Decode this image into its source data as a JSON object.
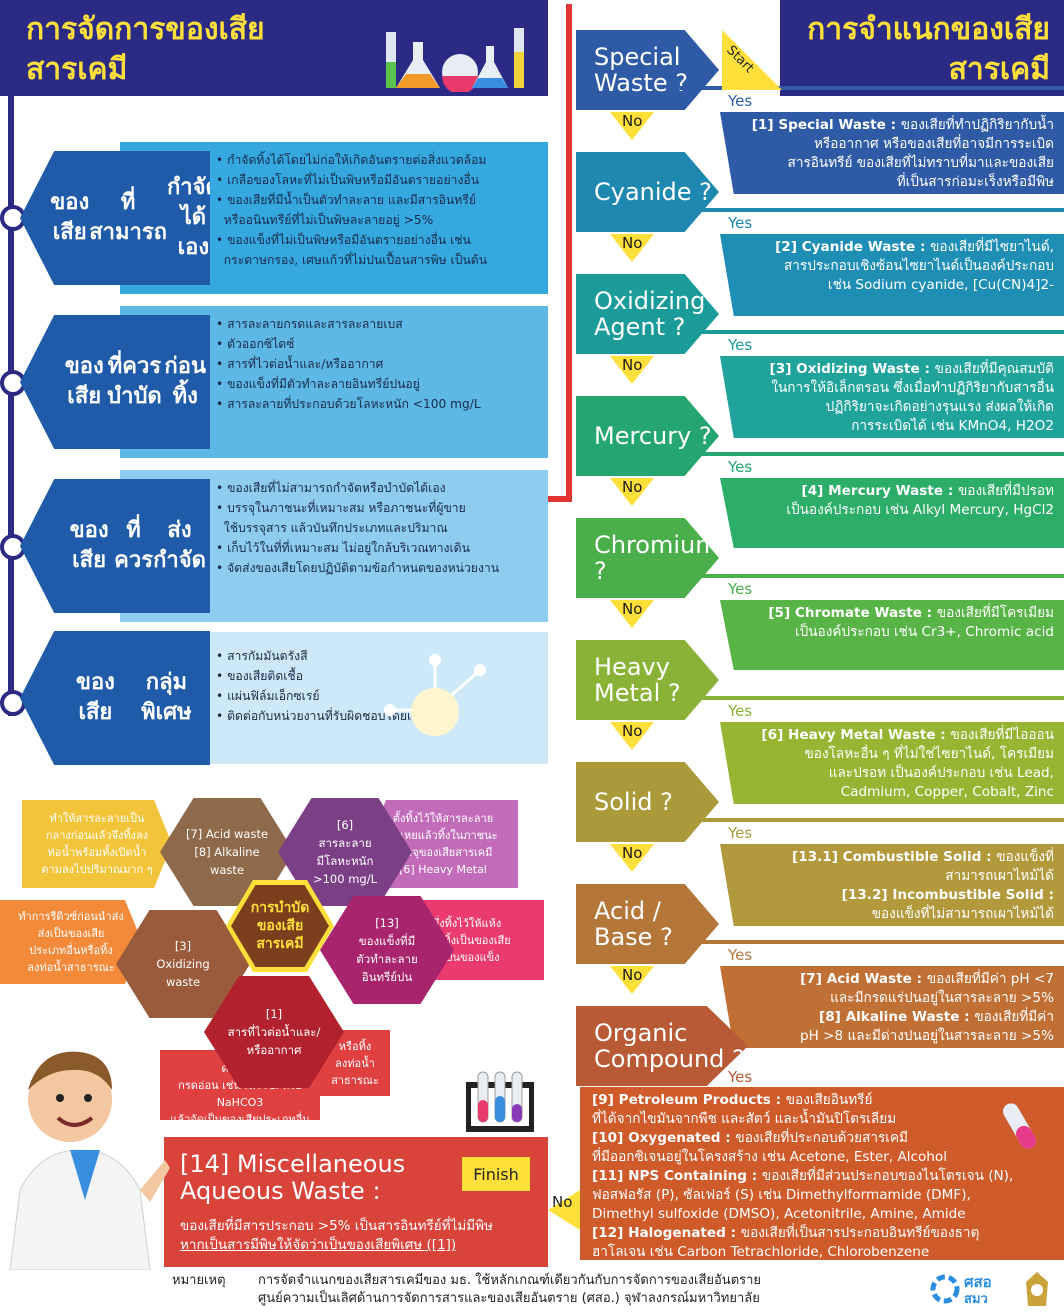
{
  "left_header": {
    "line1": "การจัดการของเสีย",
    "line2": "สารเคมี"
  },
  "right_header": {
    "line1": "การจำแนกของเสีย",
    "line2": "สารเคมี"
  },
  "left_boxes": [
    {
      "title_lines": [
        "ของเสีย",
        "ที่สามารถ",
        "กำจัดได้เอง"
      ],
      "hex_color": "#1f5ba8",
      "bg_color": "#35a8e0",
      "items": [
        "กำจัดทิ้งได้โดยไม่ก่อให้เกิดอันตรายต่อสิ่งแวดล้อม",
        "เกลือของโลหะที่ไม่เป็นพิษหรือมีอันตรายอย่างอื่น",
        "ของเสียที่มีน้ำเป็นตัวทำละลาย และมีสารอินทรีย์",
        "หรืออนินทรีย์ที่ไม่เป็นพิษละลายอยู่ >5%",
        "ของแข็งที่ไม่เป็นพิษหรือมีอันตรายอย่างอื่น เช่น",
        "กระดาษกรอง, เศษแก้วที่ไม่ปนเปื้อนสารพิษ เป็นต้น"
      ]
    },
    {
      "title_lines": [
        "ของเสีย",
        "ที่ควรบำบัด",
        "ก่อนทิ้ง"
      ],
      "hex_color": "#1f5ba8",
      "bg_color": "#5eb8e6",
      "items": [
        "สารละลายกรดและสารละลายเบส",
        "ตัวออกซิไดซ์",
        "สารที่ไวต่อน้ำและ/หรืออากาศ",
        "ของแข็งที่มีตัวทำละลายอินทรีย์ปนอยู่",
        "สารละลายที่ประกอบด้วยโลหะหนัก <100 mg/L"
      ]
    },
    {
      "title_lines": [
        "ของเสีย",
        "ที่ควร",
        "ส่งกำจัด"
      ],
      "hex_color": "#1f5ba8",
      "bg_color": "#8fcdf0",
      "items": [
        "ของเสียที่ไม่สามารถกำจัดหรือบำบัดได้เอง",
        "บรรจุในภาชนะที่เหมาะสม หรือภาชนะที่ผู้ขาย",
        "ใช้บรรจุสาร แล้วบันทึกประเภทและปริมาณ",
        "เก็บไว้ในที่ที่เหมาะสม ไม่อยู่ใกล้บริเวณทางเดิน",
        "จัดส่งของเสียโดยปฏิบัติตามข้อกำหนดของหน่วยงาน"
      ]
    },
    {
      "title_lines": [
        "ของเสีย",
        "กลุ่มพิเศษ"
      ],
      "hex_color": "#1f5ba8",
      "bg_color": "#cde9f8",
      "items": [
        "สารกัมมันตรังสี",
        "ของเสียติดเชื้อ",
        "แผ่นฟิล์มเอ็กซเรย์",
        "ติดต่อกับหน่วยงานที่รับผิดชอบโดยเฉพาะ"
      ]
    }
  ],
  "flow": [
    {
      "q_lines": [
        "Special",
        "Waste ?"
      ],
      "color": "#2f5aa6",
      "band_color": "#2f5aa6",
      "lines": [
        [
          "[1] Special Waste : ",
          "ของเสียที่ทำปฏิกิริยากับน้ำ"
        ],
        [
          "",
          "หรืออากาศ หรือของเสียที่อาจมีการระเบิด"
        ],
        [
          "",
          "สารอินทรีย์ ของเสียที่ไม่ทราบที่มาและของเสีย"
        ],
        [
          "",
          "ที่เป็นสารก่อมะเร็งหรือมีพิษ"
        ]
      ]
    },
    {
      "q_lines": [
        "Cyanide ?"
      ],
      "color": "#1e88b0",
      "band_color": "#1e8eb5",
      "lines": [
        [
          "[2] Cyanide Waste : ",
          "ของเสียที่มีไซยาไนด์,"
        ],
        [
          "",
          "สารประกอบเชิงซ้อนไซยาไนด์เป็นองค์ประกอบ"
        ],
        [
          "",
          "เช่น Sodium cyanide, [Cu(CN)4]2-"
        ]
      ]
    },
    {
      "q_lines": [
        "Oxidizing",
        "Agent ?"
      ],
      "color": "#1b9c9a",
      "band_color": "#1fa39a",
      "lines": [
        [
          "[3] Oxidizing Waste : ",
          "ของเสียที่มีคุณสมบัติ"
        ],
        [
          "",
          "ในการให้อิเล็กตรอน ซึ่งเมื่อทำปฏิกิริยากับสารอื่น"
        ],
        [
          "",
          "ปฏิกิริยาจะเกิดอย่างรุนแรง ส่งผลให้เกิด"
        ],
        [
          "",
          "การระเบิดได้ เช่น KMnO4, H2O2"
        ]
      ]
    },
    {
      "q_lines": [
        "Mercury ?"
      ],
      "color": "#25a56f",
      "band_color": "#2cad68",
      "lines": [
        [
          "[4] Mercury Waste : ",
          "ของเสียที่มีปรอท"
        ],
        [
          "",
          "เป็นองค์ประกอบ เช่น Alkyl Mercury, HgCl2"
        ]
      ]
    },
    {
      "q_lines": [
        "Chromium ?"
      ],
      "color": "#4aae4a",
      "band_color": "#58b447",
      "lines": [
        [
          "[5] Chromate Waste : ",
          "ของเสียที่มีโครเมียม"
        ],
        [
          "",
          "เป็นองค์ประกอบ เช่น Cr3+, Chromic acid"
        ]
      ]
    },
    {
      "q_lines": [
        "Heavy",
        "Metal ?"
      ],
      "color": "#8ab236",
      "band_color": "#96b533",
      "lines": [
        [
          "[6] Heavy Metal Waste : ",
          "ของเสียที่มีไอออน"
        ],
        [
          "",
          "ของโลหะอื่น ๆ ที่ไม่ใช่ไซยาไนด์, โครเมียม"
        ],
        [
          "",
          "และปรอท เป็นองค์ประกอบ เช่น Lead,"
        ],
        [
          "",
          "Cadmium, Copper, Cobalt, Zinc"
        ]
      ]
    },
    {
      "q_lines": [
        "Solid ?"
      ],
      "color": "#aa9a3a",
      "band_color": "#b2993c",
      "lines": [
        [
          "[13.1] Combustible Solid : ",
          "ของแข็งที่"
        ],
        [
          "",
          "สามารถเผาไหม้ได้"
        ],
        [
          "[13.2] Incombustible Solid :",
          ""
        ],
        [
          "",
          "ของแข็งที่ไม่สามารถเผาไหม้ได้"
        ]
      ]
    },
    {
      "q_lines": [
        "Acid /",
        "Base ?"
      ],
      "color": "#b5763a",
      "band_color": "#c06f35",
      "lines": [
        [
          "[7] Acid Waste : ",
          "ของเสียที่มีค่า pH <7"
        ],
        [
          "",
          "และมีกรดแร่ปนอยู่ในสารละลาย >5%"
        ],
        [
          "[8] Alkaline Waste : ",
          "ของเสียที่มีค่า"
        ],
        [
          "",
          "pH >8 และมีด่างปนอยู่ในสารละลาย >5%"
        ]
      ]
    },
    {
      "q_lines": [
        "Organic",
        "Compound ?"
      ],
      "color": "#b85a35",
      "band_color": "#c9602f",
      "lines": []
    }
  ],
  "labels": {
    "start": "Start",
    "yes": "Yes",
    "no": "No",
    "finish": "Finish"
  },
  "organic_block": [
    [
      "[9] Petroleum Products : ",
      "ของเสียอินทรีย์"
    ],
    [
      "",
      "ที่ได้จากไขมันจากพืช และสัตว์ และน้ำมันปิโตรเลียม"
    ],
    [
      "[10] Oxygenated : ",
      "ของเสียที่ประกอบด้วยสารเคมี"
    ],
    [
      "",
      "ที่มีออกซิเจนอยู่ในโครงสร้าง เช่น Acetone, Ester, Alcohol"
    ],
    [
      "[11] NPS Containing : ",
      "ของเสียที่มีส่วนประกอบของไนโตรเจน (N),"
    ],
    [
      "",
      "ฟอสฟอรัส (P), ซัลเฟอร์ (S) เช่น Dimethylformamide (DMF),"
    ],
    [
      "",
      "Dimethyl sulfoxide (DMSO), Acetonitrile, Amine, Amide"
    ],
    [
      "[12] Halogenated : ",
      "ของเสียที่เป็นสารประกอบอินทรีย์ของธาตุ"
    ],
    [
      "",
      "ฮาโลเจน เช่น Carbon Tetrachloride, Chlorobenzene"
    ]
  ],
  "misc": {
    "title1": "[14] Miscellaneous",
    "title2": "Aqueous Waste :",
    "desc1": "ของเสียที่มีสารประกอบ >5% เป็นสารอินทรีย์ที่ไม่มีพิษ",
    "desc2": "หากเป็นสารมีพิษให้จัดว่าเป็นของเสียพิเศษ ([1])"
  },
  "treatment": {
    "center": [
      "การบำบัด",
      "ของเสีย",
      "สารเคมี"
    ],
    "hex": [
      {
        "lines": [
          "[7] Acid waste",
          "[8] Alkaline",
          "waste"
        ],
        "color": "#8f6a4a"
      },
      {
        "lines": [
          "[6]",
          "สารละลาย",
          "มีโลหะหนัก",
          ">100 mg/L"
        ],
        "color": "#7b3f86"
      },
      {
        "lines": [
          "[3]",
          "Oxidizing",
          "waste"
        ],
        "color": "#9a5a3c"
      },
      {
        "lines": [
          "[13]",
          "ของแข็งที่มี",
          "ตัวทำละลาย",
          "อินทรีย์ปน"
        ],
        "color": "#a8246c"
      },
      {
        "lines": [
          "[1]",
          "สารที่ไวต่อน้ำและ/",
          "หรืออากาศ"
        ],
        "color": "#b2222e"
      }
    ],
    "notes": [
      {
        "lines": [
          "ทำให้สารละลายเป็น",
          "กลางก่อนแล้วจึงทิ้งลง",
          "ท่อน้ำพร้อมทั้งเปิดน้ำ",
          "ตามลงไปปริมาณมาก ๆ"
        ],
        "color": "#f2c43a"
      },
      {
        "lines": [
          "ตั้งทิ้งไว้ให้สารละลาย",
          "ระเหยแล้วทิ้งในภาชนะ",
          "บรรจุของเสียสารเคมี",
          "[6] Heavy Metal"
        ],
        "color": "#c26bb8"
      },
      {
        "lines": [
          "ทำการรีดิวซ์ก่อนนำส่ง",
          "ส่งเป็นของเสีย",
          "ประเภทอื่นหรือทิ้ง",
          "ลงท่อน้ำสาธารณะ"
        ],
        "color": "#f28a3a"
      },
      {
        "lines": [
          "ผึ่งทิ้งไว้ให้แห้ง",
          "แล้วทิ้งเป็นของเสีย",
          "ที่เป็นของแข็ง"
        ],
        "color": "#ea3a6e"
      },
      {
        "lines": [
          "ทำละลาย",
          "ด้วยน้ำ/",
          "กรดอ่อน เช่น NH4Cl หรือ NaHCO3",
          "แล้วจัดเป็นของเสียประเภทอื่น"
        ],
        "color": "#e04040"
      },
      {
        "lines": [
          "หรือทิ้ง",
          "ลงท่อน้ำ",
          "สาธารณะ"
        ],
        "color": "#e04040"
      }
    ]
  },
  "footer": {
    "label": "หมายเหตุ",
    "line1": "การจัดจำแนกของเสียสารเคมีของ มธ. ใช้หลักเกณฑ์เดียวกันกับการจัดการของเสียอันตราย",
    "line2": "ศูนย์ความเป็นเลิศด้านการจัดการสารและของเสียอันตราย (ศสอ.) จุฬาลงกรณ์มหาวิทยาลัย",
    "logo_text": "ศสอ",
    "logo_sub": "สมว"
  }
}
